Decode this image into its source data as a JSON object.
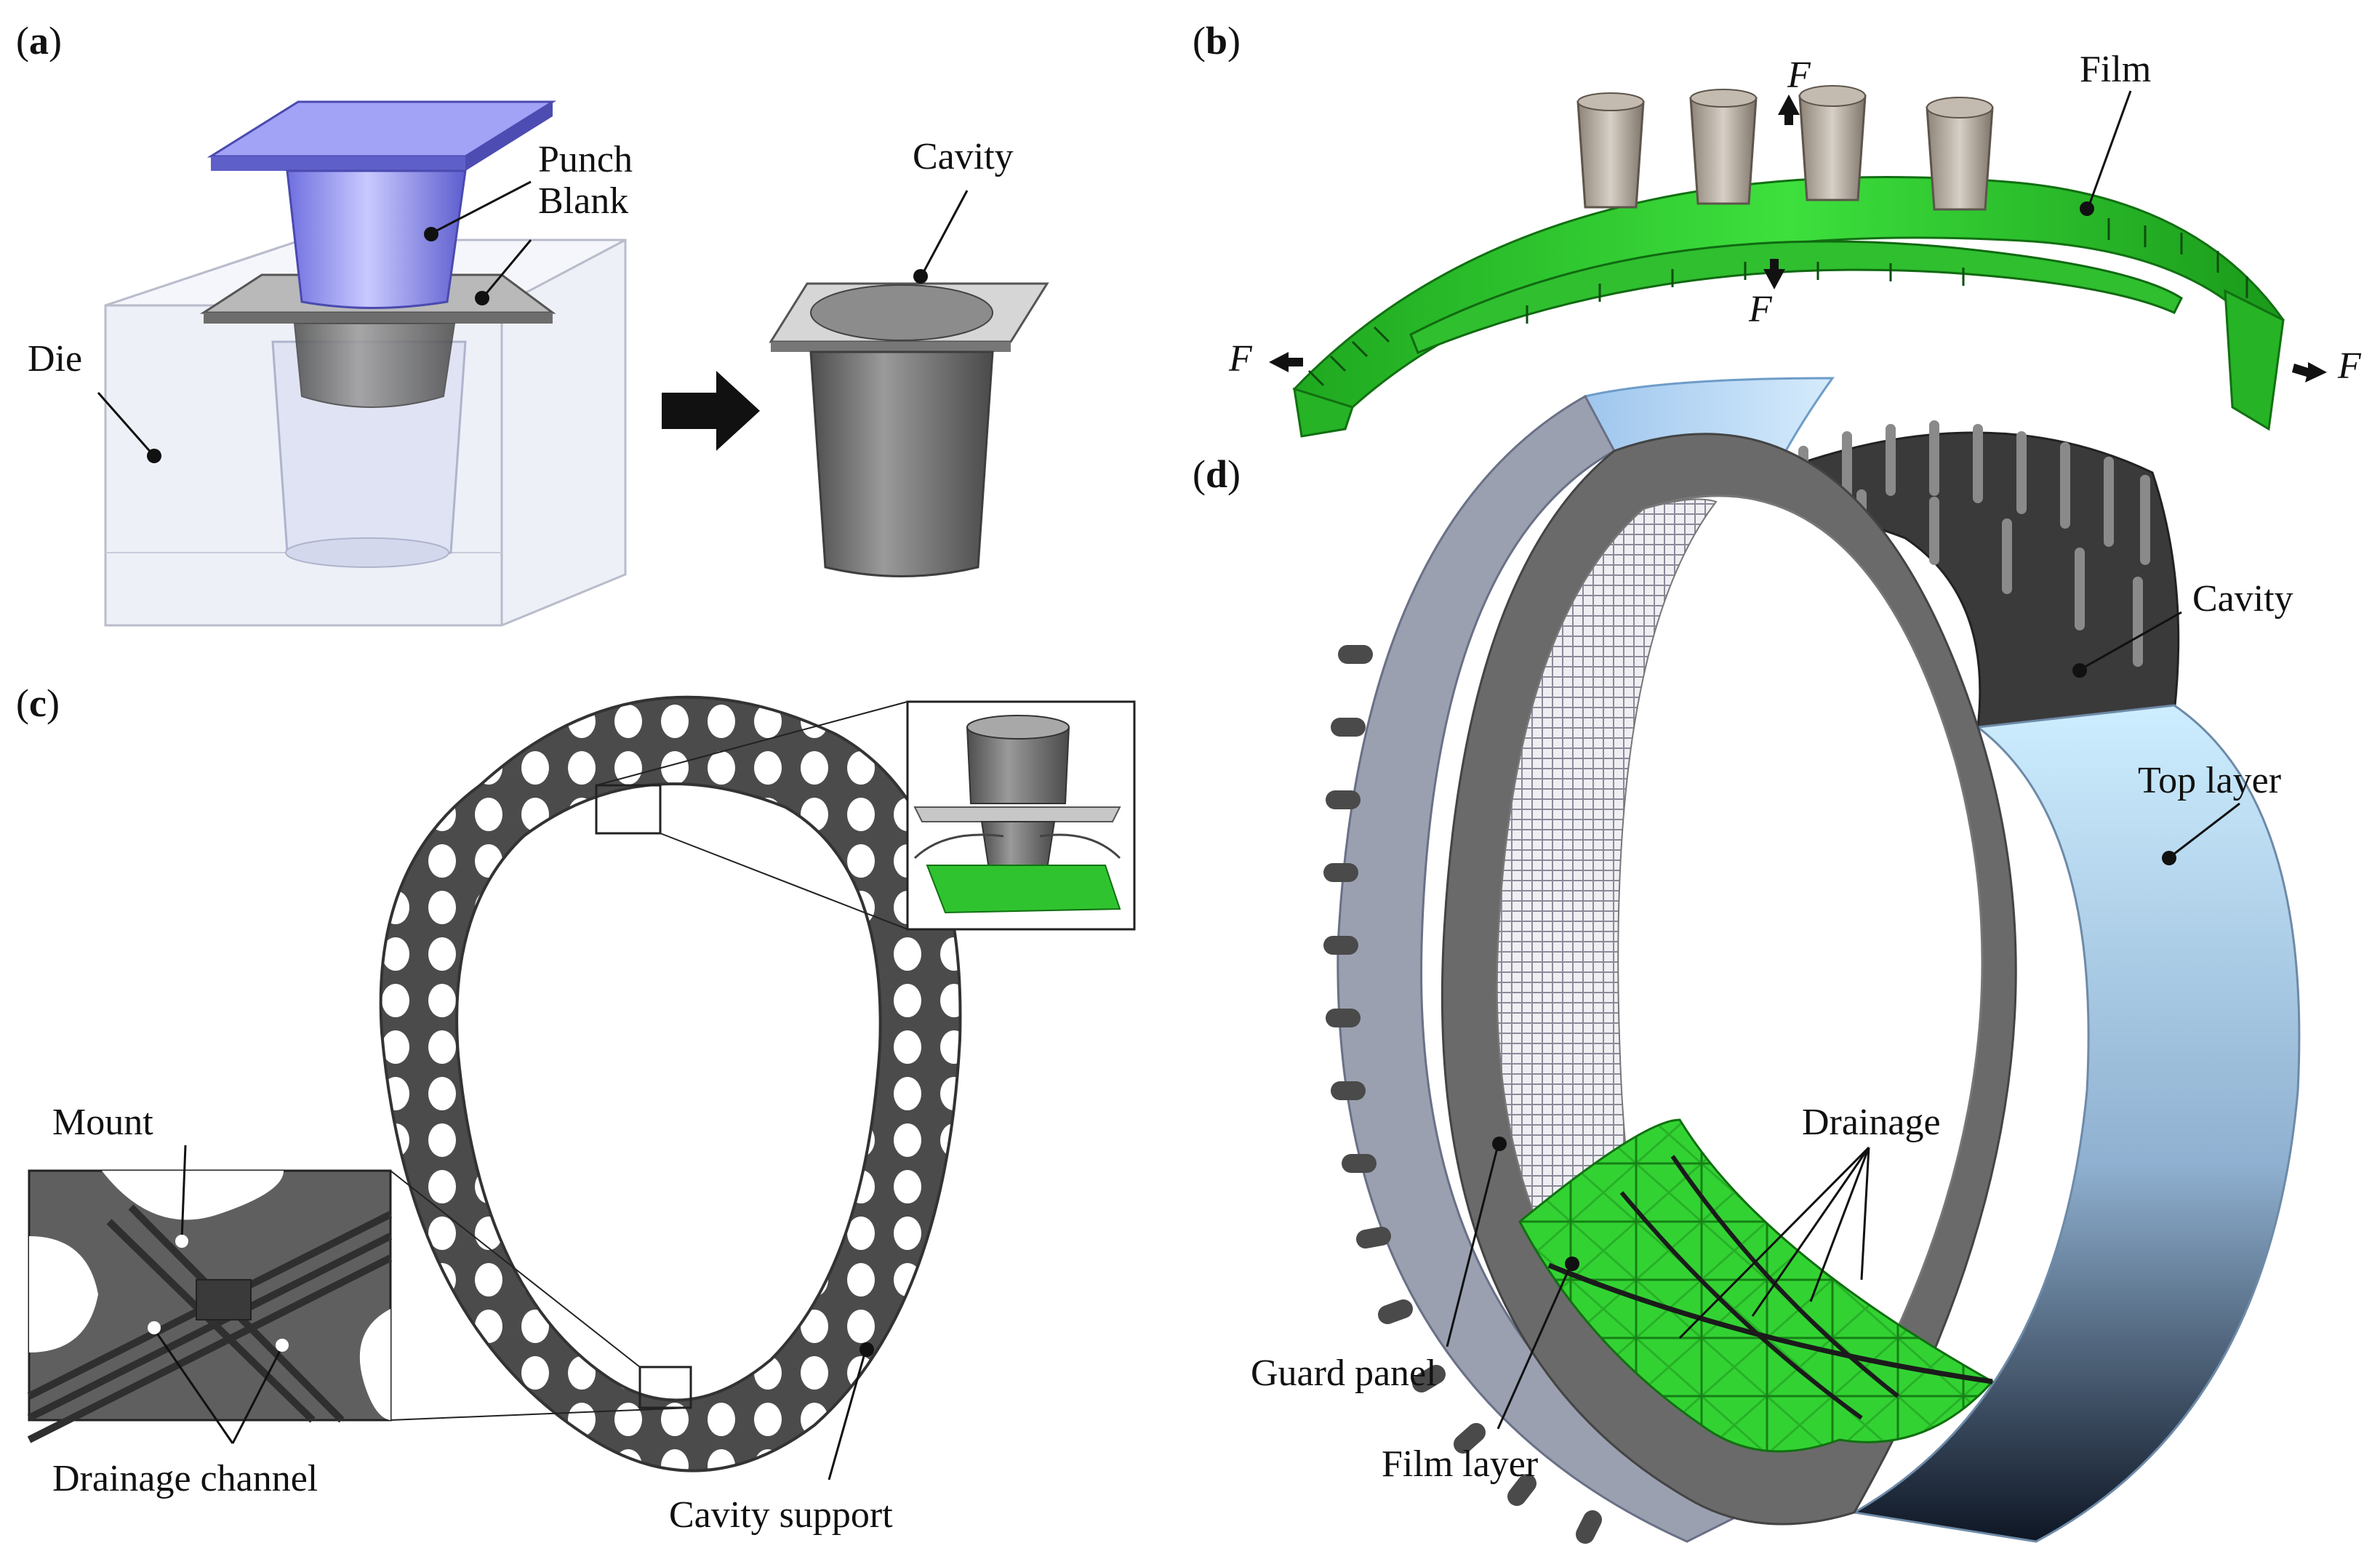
{
  "panels": {
    "a": {
      "tag": "a",
      "labels": {
        "punch": "Punch",
        "blank": "Blank",
        "die": "Die",
        "cavity": "Cavity"
      }
    },
    "b": {
      "tag": "b",
      "labels": {
        "film": "Film",
        "force": "F"
      }
    },
    "c": {
      "tag": "c",
      "labels": {
        "mount": "Mount",
        "drainage_channel": "Drainage channel",
        "cavity_support": "Cavity support"
      }
    },
    "d": {
      "tag": "d",
      "labels": {
        "cavity": "Cavity",
        "top_layer": "Top layer",
        "drainage": "Drainage",
        "guard_panel": "Guard panel",
        "film_layer": "Film layer"
      }
    }
  },
  "colors": {
    "punch": "#8f8ff0",
    "film": "#22cc22",
    "steel": "#6a6a6a",
    "die": "#e4e6f2",
    "top_layer": "#a8d8f4"
  }
}
